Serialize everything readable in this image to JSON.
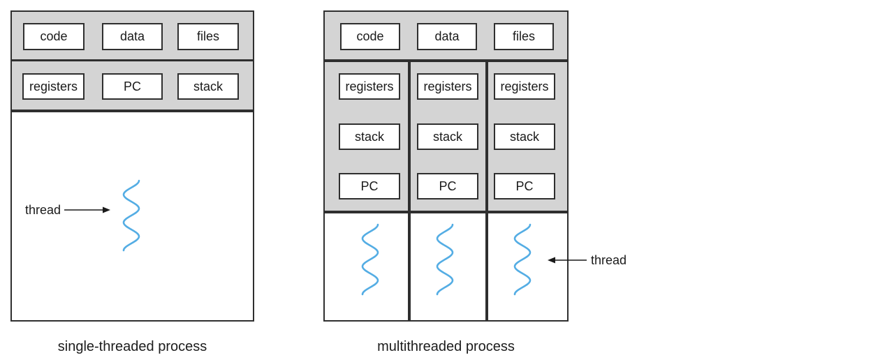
{
  "left_diagram": {
    "caption": "single-threaded process",
    "shared_row_cells": [
      "code",
      "data",
      "files"
    ],
    "state_row_cells": [
      "registers",
      "PC",
      "stack"
    ],
    "thread_annotation": "thread"
  },
  "right_diagram": {
    "caption": "multithreaded process",
    "shared_row_cells": [
      "code",
      "data",
      "files"
    ],
    "thread_column_cells": [
      "registers",
      "stack",
      "PC"
    ],
    "thread_annotation": "thread",
    "thread_count": 3
  },
  "colors": {
    "band_fill": "#d4d4d4",
    "border": "#2f2f2f",
    "thread_wave_blue": "#54ade4",
    "text": "#1a1a1a"
  }
}
